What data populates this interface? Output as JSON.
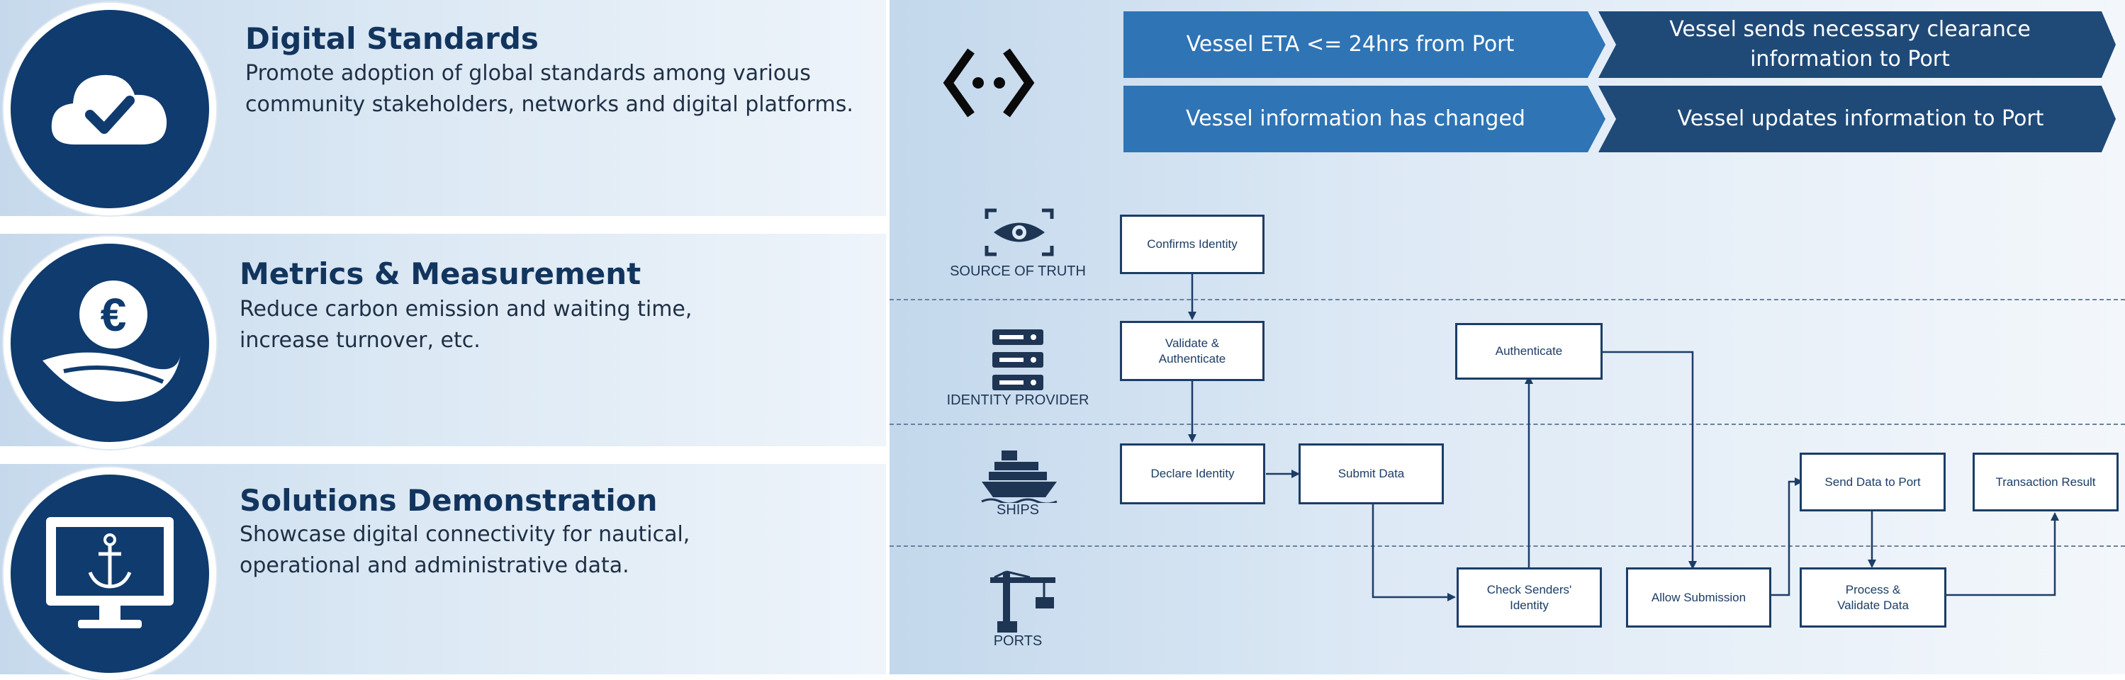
{
  "features": [
    {
      "title": "Digital Standards",
      "desc_lines": [
        "Promote adoption of global standards among various",
        "community stakeholders, networks and digital platforms."
      ],
      "icon": "cloud-check-icon"
    },
    {
      "title": "Metrics & Measurement",
      "desc_lines": [
        "Reduce carbon emission and waiting time,",
        "increase turnover, etc."
      ],
      "icon": "euro-leaf-icon"
    },
    {
      "title": "Solutions Demonstration",
      "desc_lines": [
        "Showcase digital connectivity for nautical,",
        "operational and administrative data."
      ],
      "icon": "monitor-anchor-icon"
    }
  ],
  "banners": {
    "trigger1": "Vessel ETA <= 24hrs from Port",
    "action1": "Vessel sends necessary clearance information to Port",
    "trigger2": "Vessel information has changed",
    "action2": "Vessel updates information to Port"
  },
  "lanes": {
    "source": "SOURCE OF TRUTH",
    "identity": "IDENTITY PROVIDER",
    "ships": "SHIPS",
    "ports": "PORTS"
  },
  "boxes": {
    "confirms_identity": "Confirms Identity",
    "validate_authenticate": "Validate & Authenticate",
    "authenticate": "Authenticate",
    "declare_identity": "Declare Identity",
    "submit_data": "Submit Data",
    "send_data_to_port": "Send Data to Port",
    "transaction_result": "Transaction Result",
    "check_senders_identity": "Check Senders' Identity",
    "allow_submission": "Allow Submission",
    "process_validate_data": "Process & Validate Data"
  },
  "colors": {
    "navy": "#0f3b6e",
    "banner_blue": "#2f74b5",
    "banner_dark": "#1f4a78"
  }
}
